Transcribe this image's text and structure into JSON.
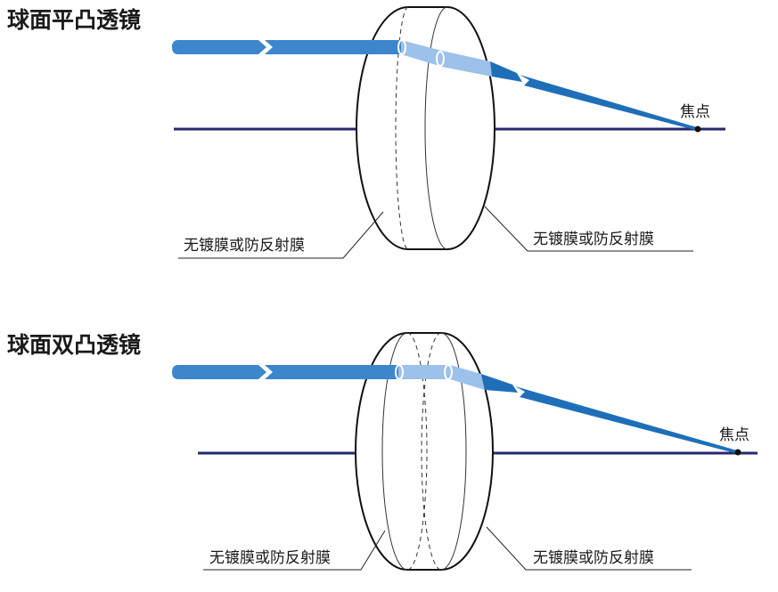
{
  "diagrams": [
    {
      "title": "球面平凸透镜",
      "coating_label_left": "无镀膜或防反射膜",
      "coating_label_right": "无镀膜或防反射膜",
      "focus_label": "焦点"
    },
    {
      "title": "球面双凸透镜",
      "coating_label_left": "无镀膜或防反射膜",
      "coating_label_right": "无镀膜或防反射膜",
      "focus_label": "焦点"
    }
  ],
  "colors": {
    "beam_in": "#3d86cc",
    "beam_inside": "#9cc1ea",
    "beam_out": "#1e6fb8",
    "axis": "#26276e"
  }
}
